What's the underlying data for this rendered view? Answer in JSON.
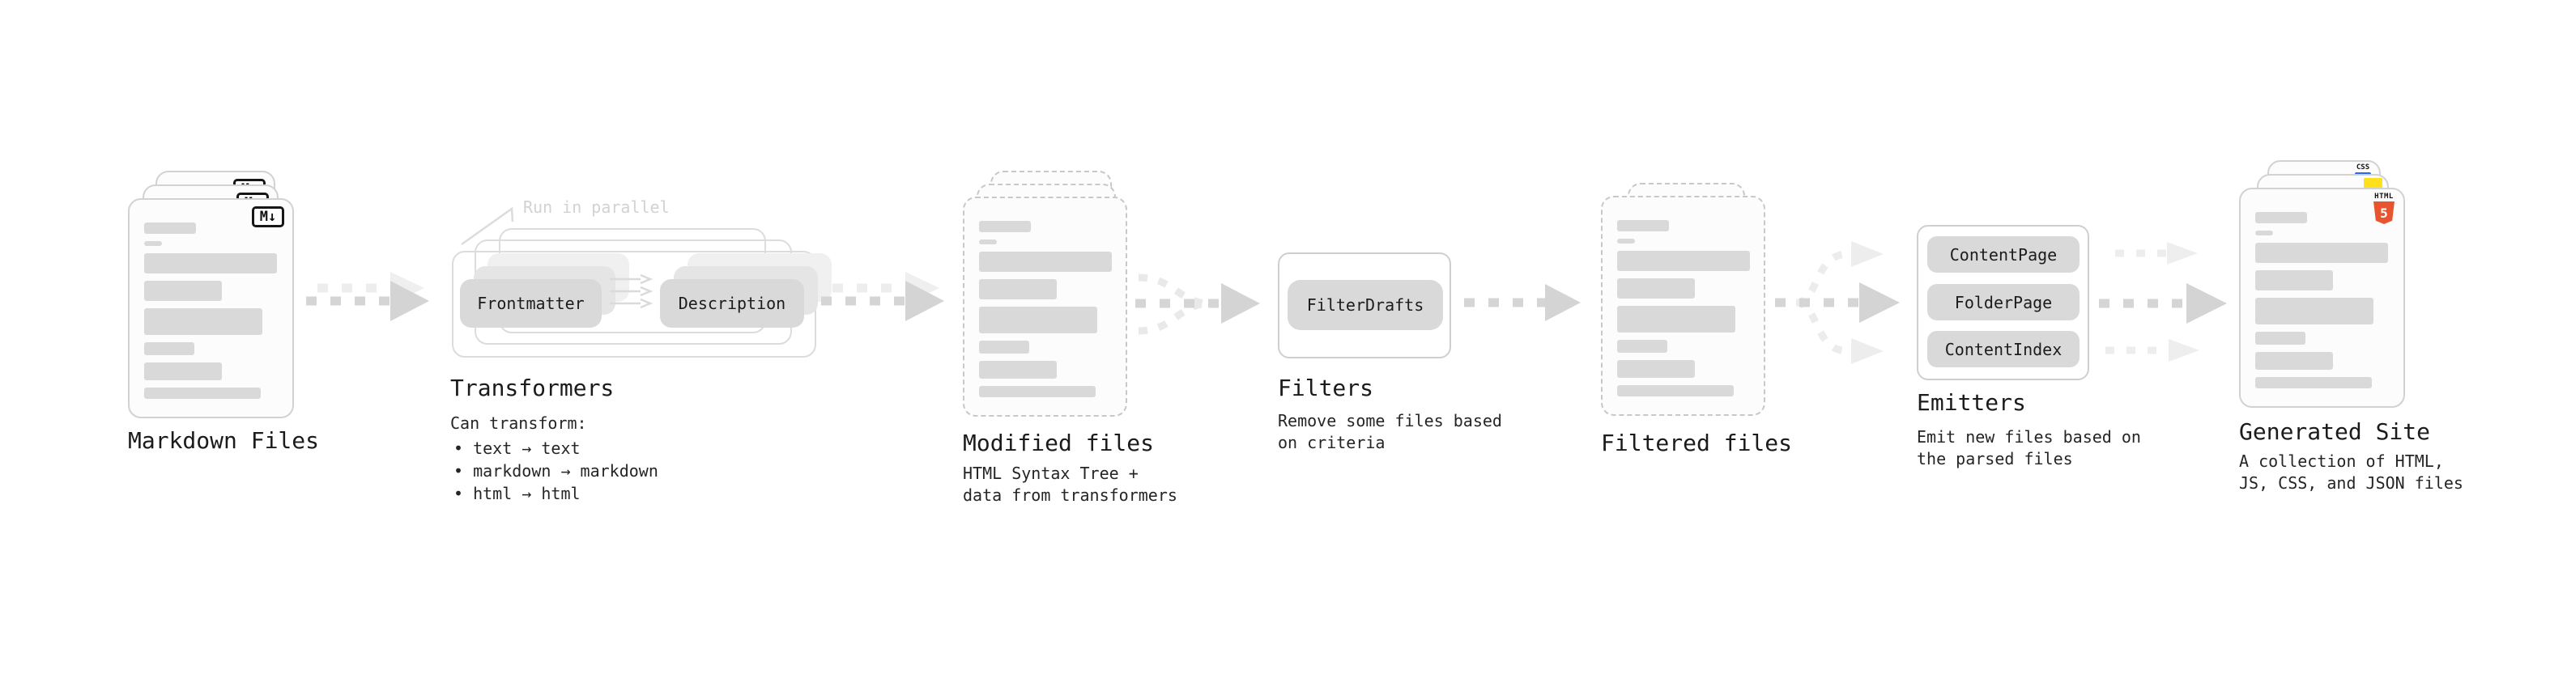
{
  "markdown": {
    "label": "Markdown Files",
    "badge": "M↓"
  },
  "transformers": {
    "note": "Run in parallel",
    "transformer1": "Frontmatter",
    "transformer2": "Description",
    "label": "Transformers",
    "sub": "Can transform:",
    "bullets": [
      "• text → text",
      "• markdown → markdown",
      "• html → html"
    ]
  },
  "modified": {
    "label": "Modified files",
    "desc1": "HTML Syntax Tree +",
    "desc2": "data from transformers"
  },
  "filters": {
    "label": "Filters",
    "filter1": "FilterDrafts",
    "desc1": "Remove some files based",
    "desc2": "on criteria"
  },
  "filtered": {
    "label": "Filtered files"
  },
  "emitters": {
    "label": "Emitters",
    "emitter1": "ContentPage",
    "emitter2": "FolderPage",
    "emitter3": "ContentIndex",
    "desc1": "Emit new files based on",
    "desc2": "the parsed files"
  },
  "generated": {
    "label": "Generated Site",
    "desc1": "A collection of HTML,",
    "desc2": "JS, CSS, and JSON files",
    "css_badge": "CSS",
    "html_badge_title": "HTML",
    "html_badge_number": "5"
  },
  "colors": {
    "arrow_dark": "#d5d5d5",
    "arrow_light": "#ededed",
    "bar_gray": "#d9d9d9",
    "chip_gray": "#d9d9d9",
    "css_blue": "#2c67f2",
    "js_yellow": "#ffe01a",
    "html5_orange": "#e8542f",
    "note_gray": "#d2d2d2"
  }
}
